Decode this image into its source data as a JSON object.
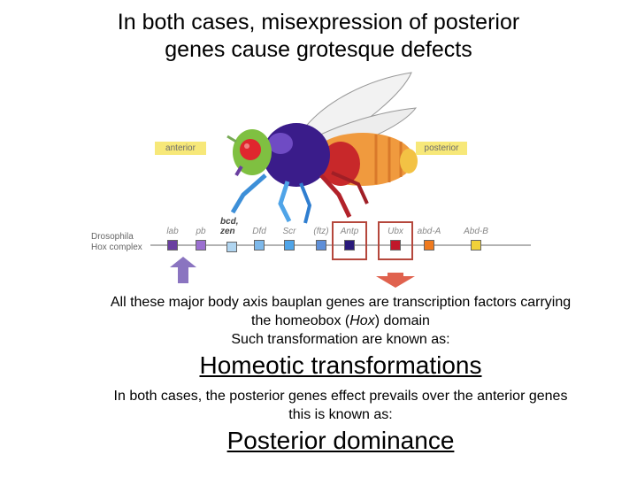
{
  "title": {
    "line1": "In both cases, misexpression of posterior",
    "line2": "genes cause grotesque defects"
  },
  "figure": {
    "anterior_label": "anterior",
    "posterior_label": "posterior",
    "complex_label_line1": "Drosophila",
    "complex_label_line2": "Hox complex",
    "genes": [
      {
        "name": "lab",
        "color": "#6a3fa0"
      },
      {
        "name": "pb",
        "color": "#9b6fd0"
      },
      {
        "name": "bcd, zen",
        "color": "#b0d5f0"
      },
      {
        "name": "Dfd",
        "color": "#7db8ea"
      },
      {
        "name": "Scr",
        "color": "#4fa4e8"
      },
      {
        "name": "(ftz)",
        "color": "#5e8fd8"
      },
      {
        "name": "Antp",
        "color": "#2a1a7a"
      },
      {
        "name": "Ubx",
        "color": "#c0182a"
      },
      {
        "name": "abd-A",
        "color": "#ef7a1e"
      },
      {
        "name": "Abd-B",
        "color": "#f0d23a"
      }
    ],
    "highlighted_genes": [
      "Antp",
      "Ubx"
    ],
    "up_arrow_color": "#8a74c0",
    "down_arrow_color": "#e0624e"
  },
  "text": {
    "line1": "All these major body axis bauplan genes are transcription factors carrying",
    "line2_pre": "the homeobox (",
    "line2_em": "Hox",
    "line2_post": ") domain",
    "line3": "Such transformation are known as:",
    "term1": "Homeotic transformations",
    "line4": "In both cases, the posterior genes effect prevails over the anterior genes",
    "line5": "this is known as:",
    "term2": "Posterior dominance"
  }
}
